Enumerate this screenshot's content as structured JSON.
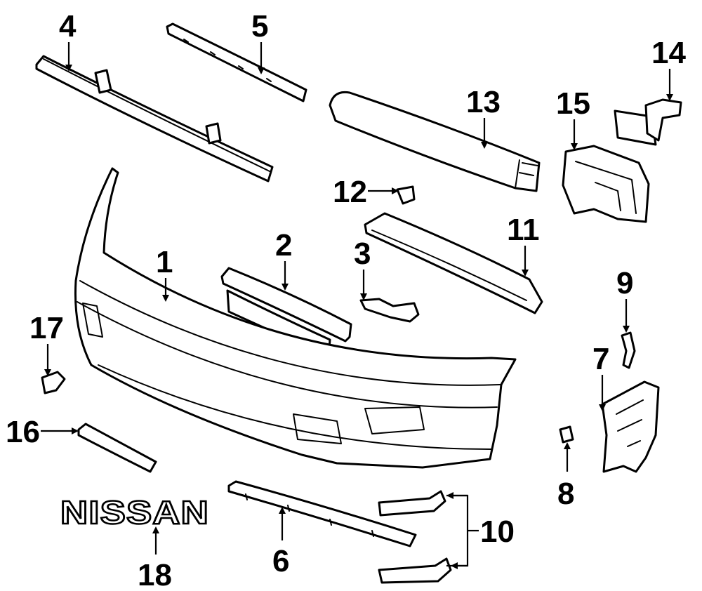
{
  "callouts": {
    "c1": "1",
    "c2": "2",
    "c3": "3",
    "c4": "4",
    "c5": "5",
    "c6": "6",
    "c7": "7",
    "c8": "8",
    "c9": "9",
    "c10": "10",
    "c11": "11",
    "c12": "12",
    "c13": "13",
    "c14": "14",
    "c15": "15",
    "c16": "16",
    "c17": "17",
    "c18": "18"
  },
  "emblem": {
    "text": "NISSAN"
  }
}
